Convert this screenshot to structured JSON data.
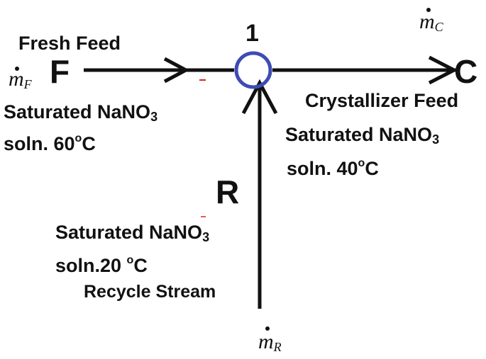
{
  "colors": {
    "node_circle": "#3e4cb3",
    "lines": "#111111",
    "marks": "#e02020"
  },
  "node": {
    "label": "1"
  },
  "streams": {
    "fresh_feed": {
      "letter": "F",
      "title": "Fresh Feed",
      "mass_symbol": "m",
      "mass_subscript": "F",
      "desc_line1_prefix": "Saturated NaNO",
      "desc_line1_sub": "3",
      "desc_line2_prefix": "soln. 60",
      "desc_line2_deg": "o",
      "desc_line2_unit": "C"
    },
    "crystallizer_feed": {
      "letter": "C",
      "title": "Crystallizer Feed",
      "mass_symbol": "m",
      "mass_subscript": "C",
      "desc_line1_prefix": "Saturated NaNO",
      "desc_line1_sub": "3",
      "desc_line2_prefix": "soln. 40",
      "desc_line2_deg": "o",
      "desc_line2_unit": "C"
    },
    "recycle": {
      "letter": "R",
      "title": "Recycle Stream",
      "mass_symbol": "m",
      "mass_subscript": "R",
      "desc_line1_prefix": "Saturated NaNO",
      "desc_line1_sub": "3",
      "desc_line2_prefix": "soln.20 ",
      "desc_line2_deg": "o",
      "desc_line2_unit": "C"
    }
  }
}
